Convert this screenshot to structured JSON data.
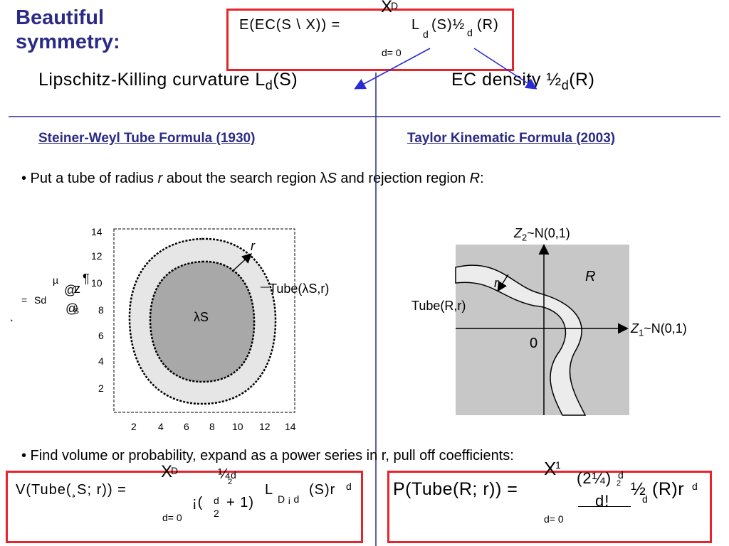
{
  "slide": {
    "title": "Beautiful symmetry:",
    "top_formula": {
      "lhs": "E(EC(S \\ X)) =",
      "sum_sym": "X",
      "sum_upper": "D",
      "sum_lower": "d= 0",
      "term": "L",
      "term_sub": "d",
      "term_arg": "(S)½",
      "rho_sub": "d",
      "rho_arg": "(R)"
    },
    "lk_label": "Lipschitz-Killing curvature L",
    "lk_sub": "d",
    "lk_arg": "(S)",
    "ec_label": "EC density ½",
    "ec_sub": "d",
    "ec_arg": "(R)",
    "left_heading": "Steiner-Weyl Tube Formula (1930)",
    "right_heading": "Taylor Kinematic Formula (2003)",
    "bullet1": {
      "a": "• Put a tube of radius ",
      "r": "r",
      "b": " about the search region λ",
      "S": "S",
      "c": " and rejection region ",
      "R": "R",
      "d": ":"
    },
    "bullet2": "• Find volume or probability, expand as a power series in r, pull off coefficients:"
  },
  "left_figure": {
    "y_ticks": [
      "14",
      "12",
      "10",
      "8",
      "6",
      "4",
      "2"
    ],
    "x_ticks": [
      "2",
      "4",
      "6",
      "8",
      "10",
      "12",
      "14"
    ],
    "inner_label": "λS",
    "r_label": "r",
    "tube_label": "Tube(λS,r)",
    "side_glyphs": {
      "g1": "¸",
      "eq": "=",
      "sd": "Sd",
      "mu": "µ",
      "para": "¶",
      "d1": "@",
      "z": "z",
      "d2": "@",
      "s": "s"
    }
  },
  "right_figure": {
    "z2_label": "Z",
    "z2_sub": "2",
    "z2_dist": "~N(0,1)",
    "z1_label": "Z",
    "z1_sub": "1",
    "z1_dist": "~N(0,1)",
    "R_label": "R",
    "r_label": "r",
    "tube_label": "Tube(R,r)",
    "origin": "0"
  },
  "bottom_left_formula": {
    "lhs": "V(Tube(¸S; r)) =",
    "sum_sym": "X",
    "sum_upper": "D",
    "sum_lower": "d= 0",
    "numer": "¼",
    "numer_sup": "d",
    "numer_exp": "2",
    "denom": "¡(",
    "denom_frac_top": "d",
    "denom_frac_bot": "2",
    "denom_plus": "+ 1)",
    "term": "L",
    "term_sub": "D ¡ d",
    "term_arg": "(S)r",
    "term_sup": "d"
  },
  "bottom_right_formula": {
    "lhs": "P(Tube(R; r)) =",
    "sum_sym": "X",
    "sum_upper": "1",
    "sum_lower": "d= 0",
    "numer": "(2¼)",
    "numer_sup": "d",
    "numer_exp": "2",
    "denom": "d!",
    "term": "½",
    "term_sub": "d",
    "term_arg": "(R)r",
    "term_sup": "d"
  },
  "colors": {
    "title": "#2b2b86",
    "divider": "#2b2b86",
    "box": "#e8242a",
    "arrow": "#2b2bd6",
    "tube_fill": "#e6e6e6",
    "inner_fill": "#a8a8a8",
    "region_fill": "#c7c7c7"
  }
}
